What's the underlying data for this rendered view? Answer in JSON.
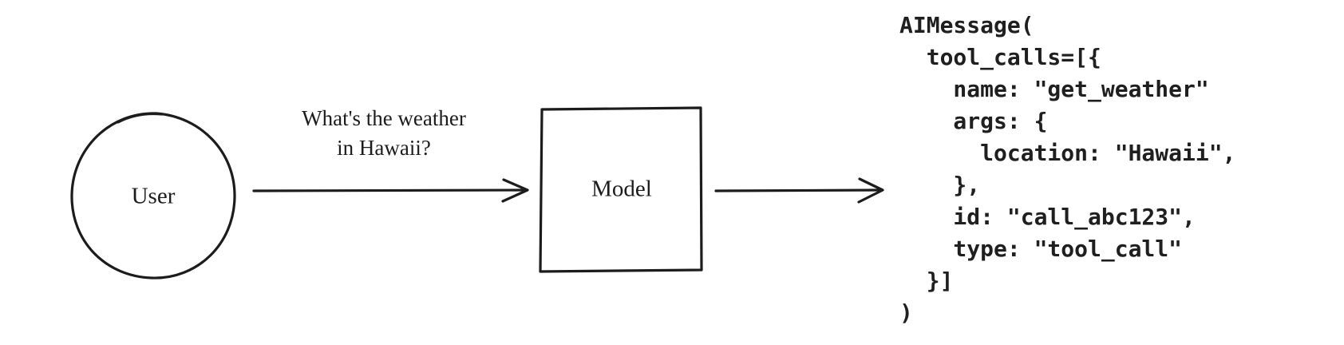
{
  "diagram": {
    "title_hint": "model tool call flow",
    "user_node": {
      "label": "User",
      "shape": "circle"
    },
    "model_node": {
      "label": "Model",
      "shape": "rectangle"
    },
    "query": {
      "line1": "What's the weather",
      "line2": "in Hawaii?"
    },
    "arrows": [
      {
        "name": "user-to-model",
        "direction": "right"
      },
      {
        "name": "model-to-output",
        "direction": "right"
      }
    ],
    "code_output": "AIMessage(\n  tool_calls=[{\n    name: \"get_weather\"\n    args: {\n      location: \"Hawaii\",\n    },\n    id: \"call_abc123\",\n    type: \"tool_call\"\n  }]\n)",
    "colors": {
      "stroke": "#1c1c1c",
      "code_text": "#1f1f1f",
      "background": "#ffffff"
    }
  }
}
